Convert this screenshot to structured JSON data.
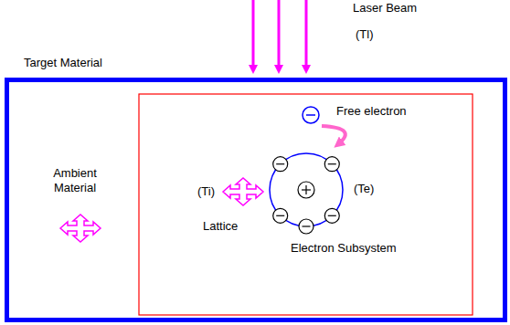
{
  "diagram": {
    "nodes": [
      {
        "text": [
          "Target Material"
        ]
      }
    ],
    "labels": [
      "Laser Beam",
      "(Tl)",
      "Free electron",
      "(Te)",
      "Electron Subsystem",
      "(Ti)",
      "Lattice",
      "Ambient Material"
    ]
  }
}
